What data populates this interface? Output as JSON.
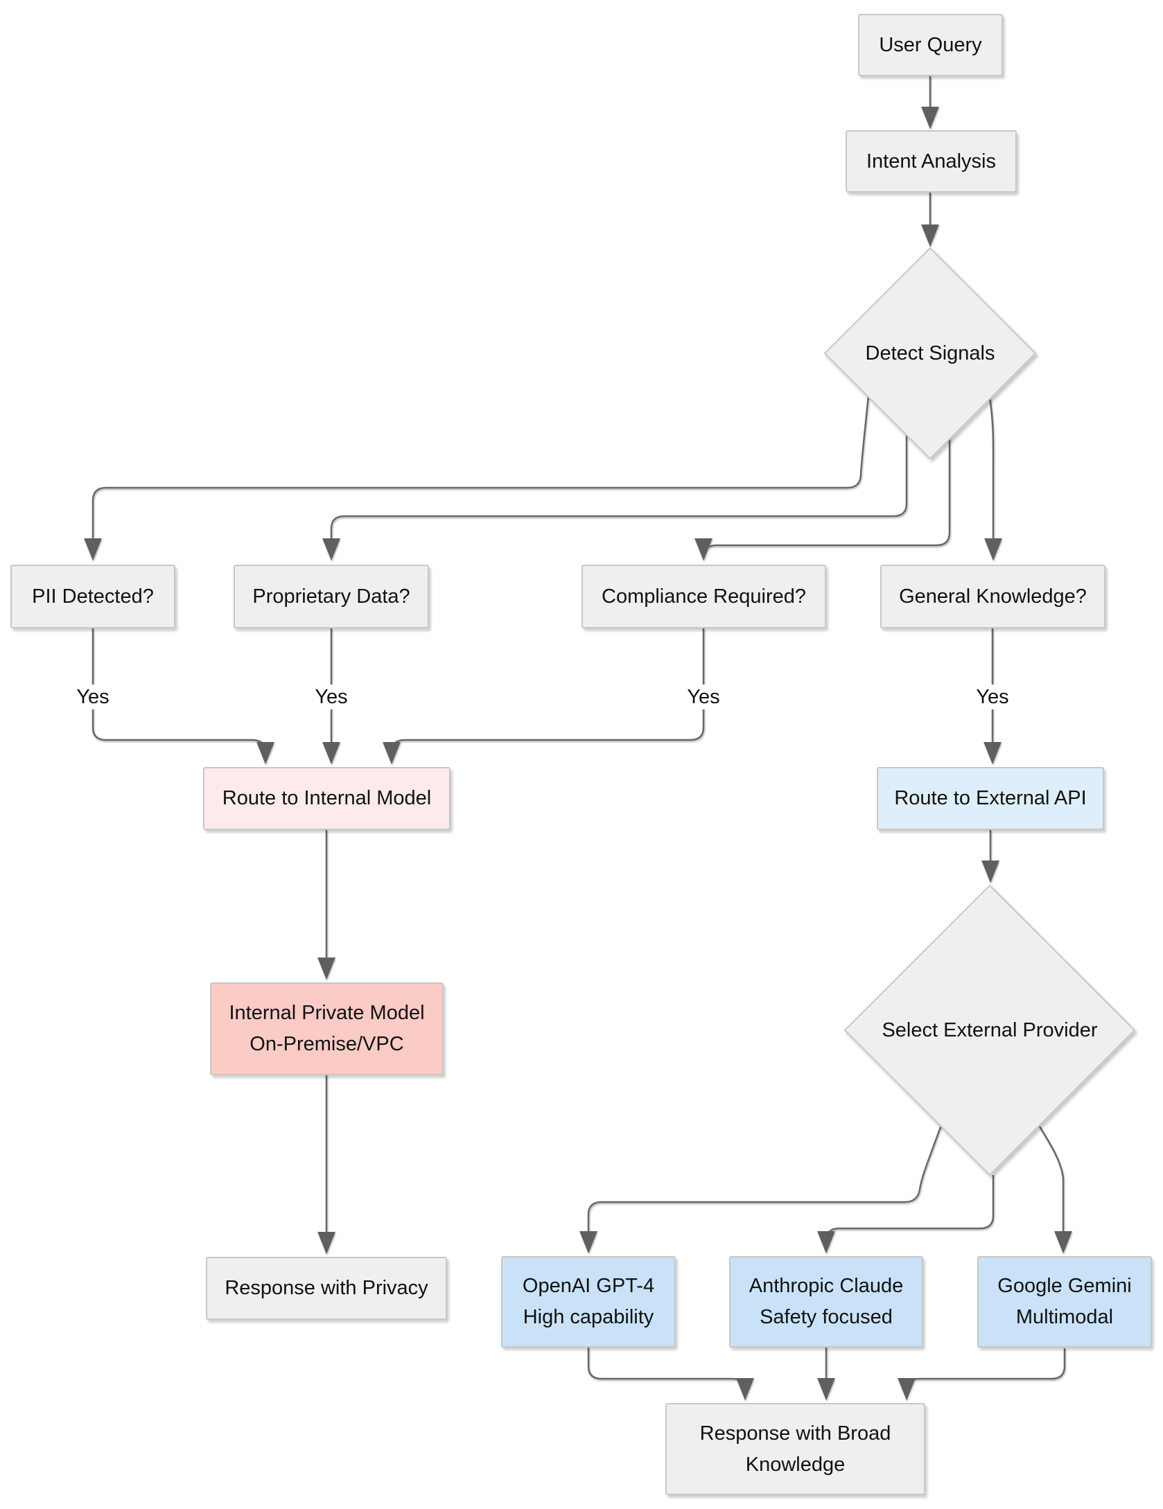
{
  "diagram": {
    "type": "flowchart",
    "background": "#ffffff",
    "colors": {
      "node_fill_gray": "#efefef",
      "node_border": "#c7c7c7",
      "internal_route_fill": "#fcebea",
      "internal_model_fill": "#fbcbc6",
      "external_route_fill": "#deeefb",
      "provider_fill": "#c9e2f7",
      "edge_stroke": "#686868",
      "arrowhead_fill": "#5f5f5f",
      "text": "#111111"
    }
  },
  "nodes": {
    "user_query": {
      "label": "User Query",
      "shape": "rect",
      "color": "gray"
    },
    "intent_analysis": {
      "label": "Intent Analysis",
      "shape": "rect",
      "color": "gray"
    },
    "detect_signals": {
      "label": "Detect Signals",
      "shape": "diamond",
      "color": "gray"
    },
    "pii": {
      "label": "PII Detected?",
      "shape": "rect",
      "color": "gray"
    },
    "proprietary": {
      "label": "Proprietary Data?",
      "shape": "rect",
      "color": "gray"
    },
    "compliance": {
      "label": "Compliance Required?",
      "shape": "rect",
      "color": "gray"
    },
    "general": {
      "label": "General Knowledge?",
      "shape": "rect",
      "color": "gray"
    },
    "route_internal": {
      "label": "Route to Internal Model",
      "shape": "rect",
      "color": "pink-light"
    },
    "route_external": {
      "label": "Route to External API",
      "shape": "rect",
      "color": "blue-light"
    },
    "internal_model": {
      "lines": [
        "Internal Private Model",
        "On-Premise/VPC"
      ],
      "shape": "rect",
      "color": "pink"
    },
    "select_provider": {
      "label": "Select External Provider",
      "shape": "diamond",
      "color": "gray"
    },
    "response_privacy": {
      "label": "Response with Privacy",
      "shape": "rect",
      "color": "gray"
    },
    "openai": {
      "lines": [
        "OpenAI GPT-4",
        "High capability"
      ],
      "shape": "rect",
      "color": "blue"
    },
    "anthropic": {
      "lines": [
        "Anthropic Claude",
        "Safety focused"
      ],
      "shape": "rect",
      "color": "blue"
    },
    "google": {
      "lines": [
        "Google Gemini",
        "Multimodal"
      ],
      "shape": "rect",
      "color": "blue"
    },
    "response_broad": {
      "lines": [
        "Response with Broad",
        "Knowledge"
      ],
      "shape": "rect",
      "color": "gray"
    }
  },
  "edges": [
    {
      "from": "User Query",
      "to": "Intent Analysis",
      "label": ""
    },
    {
      "from": "Intent Analysis",
      "to": "Detect Signals",
      "label": ""
    },
    {
      "from": "Detect Signals",
      "to": "PII Detected?",
      "label": ""
    },
    {
      "from": "Detect Signals",
      "to": "Proprietary Data?",
      "label": ""
    },
    {
      "from": "Detect Signals",
      "to": "Compliance Required?",
      "label": ""
    },
    {
      "from": "Detect Signals",
      "to": "General Knowledge?",
      "label": ""
    },
    {
      "from": "PII Detected?",
      "to": "Route to Internal Model",
      "label": "Yes"
    },
    {
      "from": "Proprietary Data?",
      "to": "Route to Internal Model",
      "label": "Yes"
    },
    {
      "from": "Compliance Required?",
      "to": "Route to Internal Model",
      "label": "Yes"
    },
    {
      "from": "General Knowledge?",
      "to": "Route to External API",
      "label": "Yes"
    },
    {
      "from": "Route to Internal Model",
      "to": "Internal Private Model On-Premise/VPC",
      "label": ""
    },
    {
      "from": "Route to External API",
      "to": "Select External Provider",
      "label": ""
    },
    {
      "from": "Internal Private Model On-Premise/VPC",
      "to": "Response with Privacy",
      "label": ""
    },
    {
      "from": "Select External Provider",
      "to": "OpenAI GPT-4 High capability",
      "label": ""
    },
    {
      "from": "Select External Provider",
      "to": "Anthropic Claude Safety focused",
      "label": ""
    },
    {
      "from": "Select External Provider",
      "to": "Google Gemini Multimodal",
      "label": ""
    },
    {
      "from": "OpenAI GPT-4 High capability",
      "to": "Response with Broad Knowledge",
      "label": ""
    },
    {
      "from": "Anthropic Claude Safety focused",
      "to": "Response with Broad Knowledge",
      "label": ""
    },
    {
      "from": "Google Gemini Multimodal",
      "to": "Response with Broad Knowledge",
      "label": ""
    }
  ]
}
